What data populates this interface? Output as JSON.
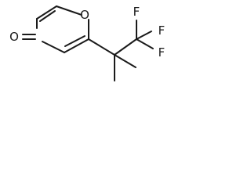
{
  "molecule": {
    "atoms": {
      "ring_oxygen": "O",
      "carbonyl_oxygen": "O",
      "fluorine_1": "F",
      "fluorine_2": "F",
      "fluorine_3": "F"
    }
  }
}
